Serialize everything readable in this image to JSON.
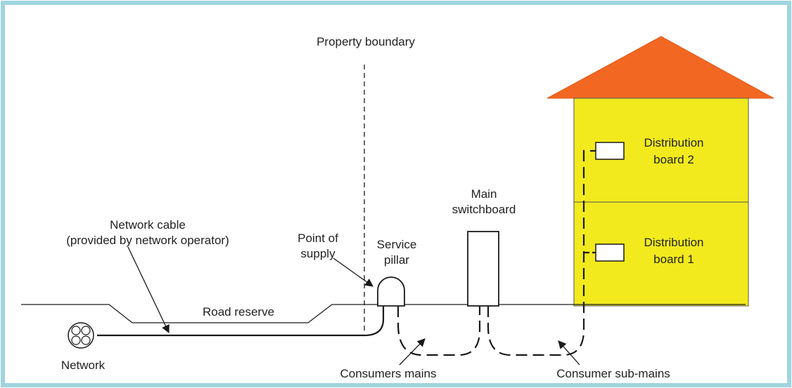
{
  "colors": {
    "frame": "#9fd4df",
    "roof": "#f26722",
    "walls": "#f2ea1c",
    "line": "#1a1a1a"
  },
  "labels": {
    "property_boundary": "Property boundary",
    "network_cable_line1": "Network cable",
    "network_cable_line2": "(provided by network operator)",
    "point_of_supply_line1": "Point of",
    "point_of_supply_line2": "supply",
    "service_pillar_line1": "Service",
    "service_pillar_line2": "pillar",
    "main_switchboard_line1": "Main",
    "main_switchboard_line2": "switchboard",
    "road_reserve": "Road reserve",
    "network": "Network",
    "consumers_mains": "Consumers mains",
    "consumer_sub_mains": "Consumer sub-mains",
    "distribution_board_2_line1": "Distribution",
    "distribution_board_2_line2": "board 2",
    "distribution_board_1_line1": "Distribution",
    "distribution_board_1_line2": "board 1"
  }
}
